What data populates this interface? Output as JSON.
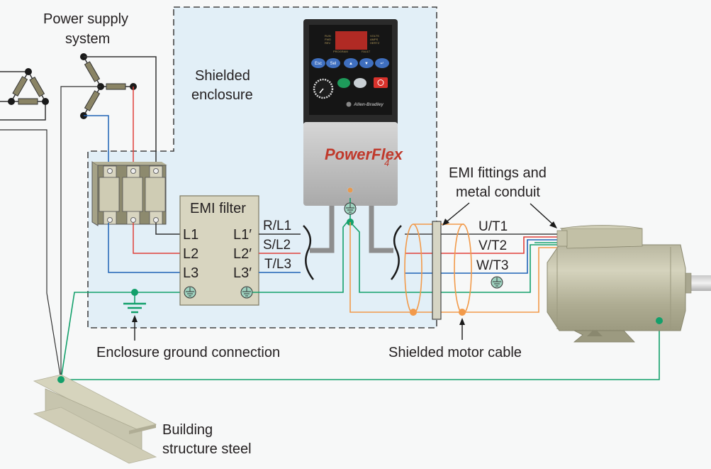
{
  "diagram": {
    "labels": {
      "power_supply": [
        "Power supply",
        "system"
      ],
      "shielded_enclosure": [
        "Shielded",
        "enclosure"
      ],
      "emi_filter": "EMI filter",
      "emi_fittings": [
        "EMI fittings and",
        "metal conduit"
      ],
      "enclosure_ground": "Enclosure ground connection",
      "shielded_motor_cable": "Shielded motor cable",
      "building_steel": [
        "Building",
        "structure steel"
      ]
    },
    "filter_inputs": [
      "L1",
      "L2",
      "L3"
    ],
    "filter_outputs": [
      "L1′",
      "L2′",
      "L3′"
    ],
    "drive_inputs": [
      "R/L1",
      "S/L2",
      "T/L3"
    ],
    "drive_outputs": [
      "U/T1",
      "V/T2",
      "W/T3"
    ],
    "drive": {
      "brand_logo": "PowerFlex",
      "brand_model": "4",
      "manufacturer": "Allen-Bradley",
      "keypad_buttons": [
        "Esc",
        "Sel",
        "▲",
        "▼",
        "↵"
      ],
      "indicators_left": [
        "RUN",
        "FWD",
        "REV"
      ],
      "indicators_right": [
        "VOLTS",
        "AMPS",
        "HERTZ"
      ],
      "indicators_bottom": [
        "PROGRAM",
        "FAULT"
      ]
    },
    "colors": {
      "phase_black": "#3a3a3a",
      "phase_red": "#e0403a",
      "phase_blue": "#1f63b6",
      "ground_green": "#13a06b",
      "shield_orange": "#f29a4a",
      "enclosure_fill": "#e2eff7",
      "component_tan": "#d8d5c0"
    }
  }
}
